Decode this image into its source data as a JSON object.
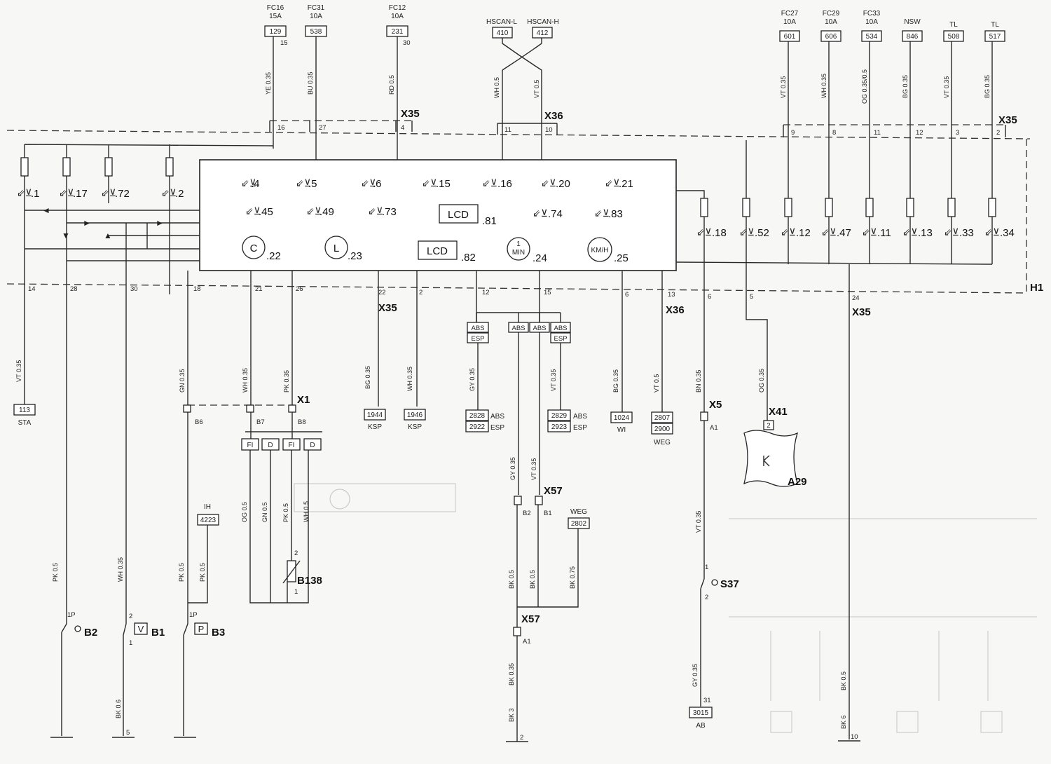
{
  "top_terminals": [
    {
      "fuse": "FC16",
      "amps": "15A",
      "num": "129",
      "pin": "15",
      "wire": "YE 0.35"
    },
    {
      "fuse": "FC31",
      "amps": "10A",
      "num": "538",
      "pin": "",
      "wire": "BU 0.35"
    },
    {
      "fuse": "FC12",
      "amps": "10A",
      "num": "231",
      "pin": "30",
      "wire": "RD 0.5"
    },
    {
      "fuse": "HSCAN-L",
      "amps": "",
      "num": "410",
      "pin": "",
      "wire": "WH 0.5"
    },
    {
      "fuse": "HSCAN-H",
      "amps": "",
      "num": "412",
      "pin": "",
      "wire": "VT 0.5"
    },
    {
      "fuse": "FC27",
      "amps": "10A",
      "num": "601",
      "pin": "",
      "wire": "VT 0.35"
    },
    {
      "fuse": "FC29",
      "amps": "10A",
      "num": "606",
      "pin": "",
      "wire": "WH 0.35"
    },
    {
      "fuse": "FC33",
      "amps": "10A",
      "num": "534",
      "pin": "",
      "wire": "OG 0.35/0.5"
    },
    {
      "fuse": "NSW",
      "amps": "",
      "num": "846",
      "pin": "",
      "wire": "BG 0.35"
    },
    {
      "fuse": "TL",
      "amps": "",
      "num": "508",
      "pin": "",
      "wire": "VT 0.35"
    },
    {
      "fuse": "TL",
      "amps": "",
      "num": "517",
      "pin": "",
      "wire": "BG 0.35"
    }
  ],
  "connectors": {
    "x35_top_left": "X35",
    "x36_top": "X36",
    "x35_top_right": "X35",
    "x35_bottom_mid": "X35",
    "x36_bottom": "X36",
    "x35_bottom_right": "X35",
    "h1": "H1",
    "x1": "X1",
    "x5": "X5",
    "x41": "X41",
    "a29": "A29",
    "x57_upper": "X57",
    "x57_lower": "X57",
    "b138": "B138",
    "s37": "S37",
    "b2": "B2",
    "b1": "B1",
    "b3": "B3"
  },
  "top_pins": {
    "x35_left": [
      "16",
      "27",
      "4"
    ],
    "x36": [
      "11",
      "10"
    ],
    "x35_right": [
      "9",
      "8",
      "11",
      "12",
      "3",
      "2"
    ]
  },
  "led_labels_row1": [
    ".4",
    ".5",
    ".6",
    ".15",
    ".16",
    ".20",
    ".21"
  ],
  "led_labels_row2": [
    ".45",
    ".49",
    ".73",
    ".74",
    ".83"
  ],
  "led_labels_left": [
    ".1",
    ".17",
    ".72",
    ".2"
  ],
  "led_labels_right": [
    ".18",
    ".52",
    ".12",
    ".47",
    ".11",
    ".13",
    ".33",
    ".34"
  ],
  "gauges": [
    {
      "symbol": "C",
      "label": ".22"
    },
    {
      "symbol": "L",
      "label": ".23"
    },
    {
      "symbol": "1",
      "symbol2": "MIN",
      "label": ".24"
    },
    {
      "symbol": "KM/H",
      "label": ".25"
    }
  ],
  "lcds": [
    {
      "text": "LCD",
      "label": ".81"
    },
    {
      "text": "LCD",
      "label": ".82"
    }
  ],
  "bottom_pins": {
    "left": [
      "14",
      "28",
      "30",
      "18",
      "21",
      "26"
    ],
    "mid": [
      "22",
      "2",
      "12",
      "15",
      "6",
      "13"
    ],
    "right": [
      "6",
      "5",
      "24"
    ]
  },
  "branches": [
    {
      "wire": "VT 0.35",
      "box": "113",
      "name": "STA"
    },
    {
      "wire": "BG 0.35",
      "box": "1944",
      "name": "KSP"
    },
    {
      "wire": "WH 0.35",
      "box": "1946",
      "name": "KSP"
    },
    {
      "wire": "GY 0.35",
      "box": "2828",
      "box2": "2922",
      "name": "ABS",
      "name2": "ESP"
    },
    {
      "wire": "VT 0.35",
      "box": "2829",
      "box2": "2923",
      "name": "ABS",
      "name2": "ESP"
    },
    {
      "wire": "BG 0.35",
      "box": "1024",
      "name": "WI"
    },
    {
      "wire": "VT 0.5",
      "box": "2807",
      "box2": "2900",
      "name": "WEG"
    }
  ],
  "abs_esp": {
    "abs": "ABS",
    "esp": "ESP"
  },
  "x1_pins": [
    "B6",
    "B7",
    "B8"
  ],
  "b138_cells": [
    "FI",
    "D",
    "FI",
    "D"
  ],
  "ih": {
    "name": "IH",
    "box": "4223"
  },
  "weg2802": {
    "name": "WEG",
    "box": "2802"
  },
  "x57_pins": [
    "B2",
    "B1",
    "A1"
  ],
  "x5_pin": "A1",
  "x41_pin": "2",
  "s37_pins": [
    "1",
    "2"
  ],
  "ab": {
    "pin": "31",
    "box": "3015",
    "name": "AB"
  },
  "wires": {
    "gn035": "GN 0.35",
    "wh035": "WH 0.35",
    "pk035": "PK 0.35",
    "og05": "OG 0.5",
    "gn05": "GN 0.5",
    "pk05": "PK 0.5",
    "wh05": "WH 0.5",
    "pk05_b2": "PK 0.5",
    "wh035_b1": "WH 0.35",
    "pk05_b3a": "PK 0.5",
    "pk05_b3b": "PK 0.5",
    "bk06": "BK 0.6",
    "gy035": "GY 0.35",
    "vt035": "VT 0.35",
    "bk05a": "BK 0.5",
    "bk05b": "BK 0.5",
    "bk075": "BK 0.75",
    "bk035": "BK 0.35",
    "bk3": "BK 3",
    "bn035": "BN 0.35",
    "og035": "OG 0.35",
    "vt035b": "VT 0.35",
    "gy035b": "GY 0.35",
    "bk05r": "BK 0.5",
    "bk6": "BK 6"
  },
  "ground_pins": {
    "g5": "5",
    "g2": "2",
    "g10": "10"
  },
  "switch_pins": {
    "b2": "1P",
    "b1_top": "2",
    "b1_bot": "1",
    "b3": "1P",
    "b138_top": "2",
    "b138_bot": "1"
  },
  "b1_symbol": "V",
  "b3_symbol": "P"
}
